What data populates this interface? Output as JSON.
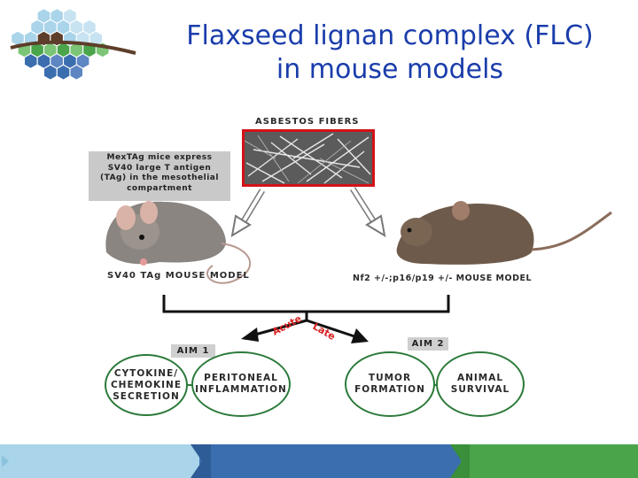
{
  "title": {
    "line1": "Flaxseed lignan complex (FLC)",
    "line2": "in mouse models"
  },
  "diagram": {
    "fibers_label": "ASBESTOS FIBERS",
    "note_lines": [
      "MexTAg mice express",
      "SV40 large T antigen",
      "(TAg) in the mesothelial",
      "compartment"
    ],
    "left_model": "SV40 TAg MOUSE MODEL",
    "right_model": "Nf2 +/-;p16/p19 +/- MOUSE MODEL",
    "acute": "Acute",
    "late": "Late",
    "aim1": "AIM 1",
    "aim2": "AIM 2",
    "outcomes": [
      "CYTOKINE/\nCHEMOKINE\nSECRETION",
      "PERITONEAL\nINFLAMMATION",
      "TUMOR\nFORMATION",
      "ANIMAL\nSURVIVAL"
    ]
  },
  "colors": {
    "title": "#1a3dab",
    "fiber_frame": "#d31218",
    "ellipse_border": "#2b7a3a",
    "arc_text": "#d92020",
    "footer_light": "#a9d4ea",
    "footer_blue": "#3b6eae",
    "footer_green": "#4aa54a"
  }
}
